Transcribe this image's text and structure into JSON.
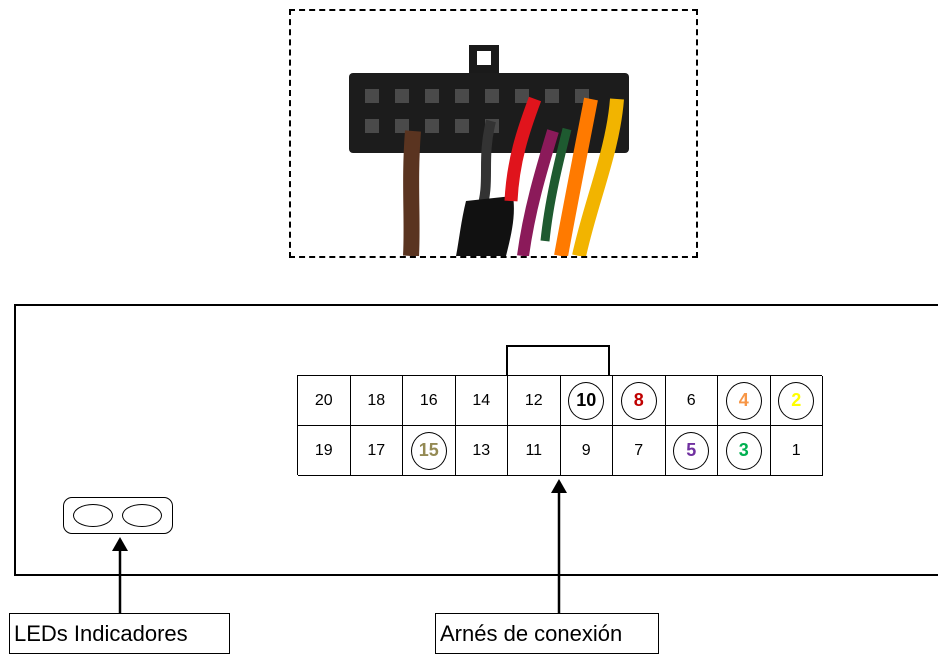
{
  "photo": {
    "alt": "connector-photo",
    "wire_colors": [
      "#4a2a16",
      "#1a1a1a",
      "#e0141c",
      "#8b1a5a",
      "#ff7a00",
      "#f2b400"
    ]
  },
  "connector": {
    "top_row": [
      {
        "pin": "20",
        "circled": false,
        "color": "#000000"
      },
      {
        "pin": "18",
        "circled": false,
        "color": "#000000"
      },
      {
        "pin": "16",
        "circled": false,
        "color": "#000000"
      },
      {
        "pin": "14",
        "circled": false,
        "color": "#000000"
      },
      {
        "pin": "12",
        "circled": false,
        "color": "#000000"
      },
      {
        "pin": "10",
        "circled": true,
        "color": "#000000"
      },
      {
        "pin": "8",
        "circled": true,
        "color": "#c00000"
      },
      {
        "pin": "6",
        "circled": false,
        "color": "#000000"
      },
      {
        "pin": "4",
        "circled": true,
        "color": "#f79646"
      },
      {
        "pin": "2",
        "circled": true,
        "color": "#ffff00"
      }
    ],
    "bottom_row": [
      {
        "pin": "19",
        "circled": false,
        "color": "#000000"
      },
      {
        "pin": "17",
        "circled": false,
        "color": "#000000"
      },
      {
        "pin": "15",
        "circled": true,
        "color": "#948a54"
      },
      {
        "pin": "13",
        "circled": false,
        "color": "#000000"
      },
      {
        "pin": "11",
        "circled": false,
        "color": "#000000"
      },
      {
        "pin": "9",
        "circled": false,
        "color": "#000000"
      },
      {
        "pin": "7",
        "circled": false,
        "color": "#000000"
      },
      {
        "pin": "5",
        "circled": true,
        "color": "#7030a0"
      },
      {
        "pin": "3",
        "circled": true,
        "color": "#00b050"
      },
      {
        "pin": "1",
        "circled": false,
        "color": "#000000"
      }
    ]
  },
  "labels": {
    "leds": "LEDs Indicadores",
    "harness": "Arnés de conexión"
  }
}
